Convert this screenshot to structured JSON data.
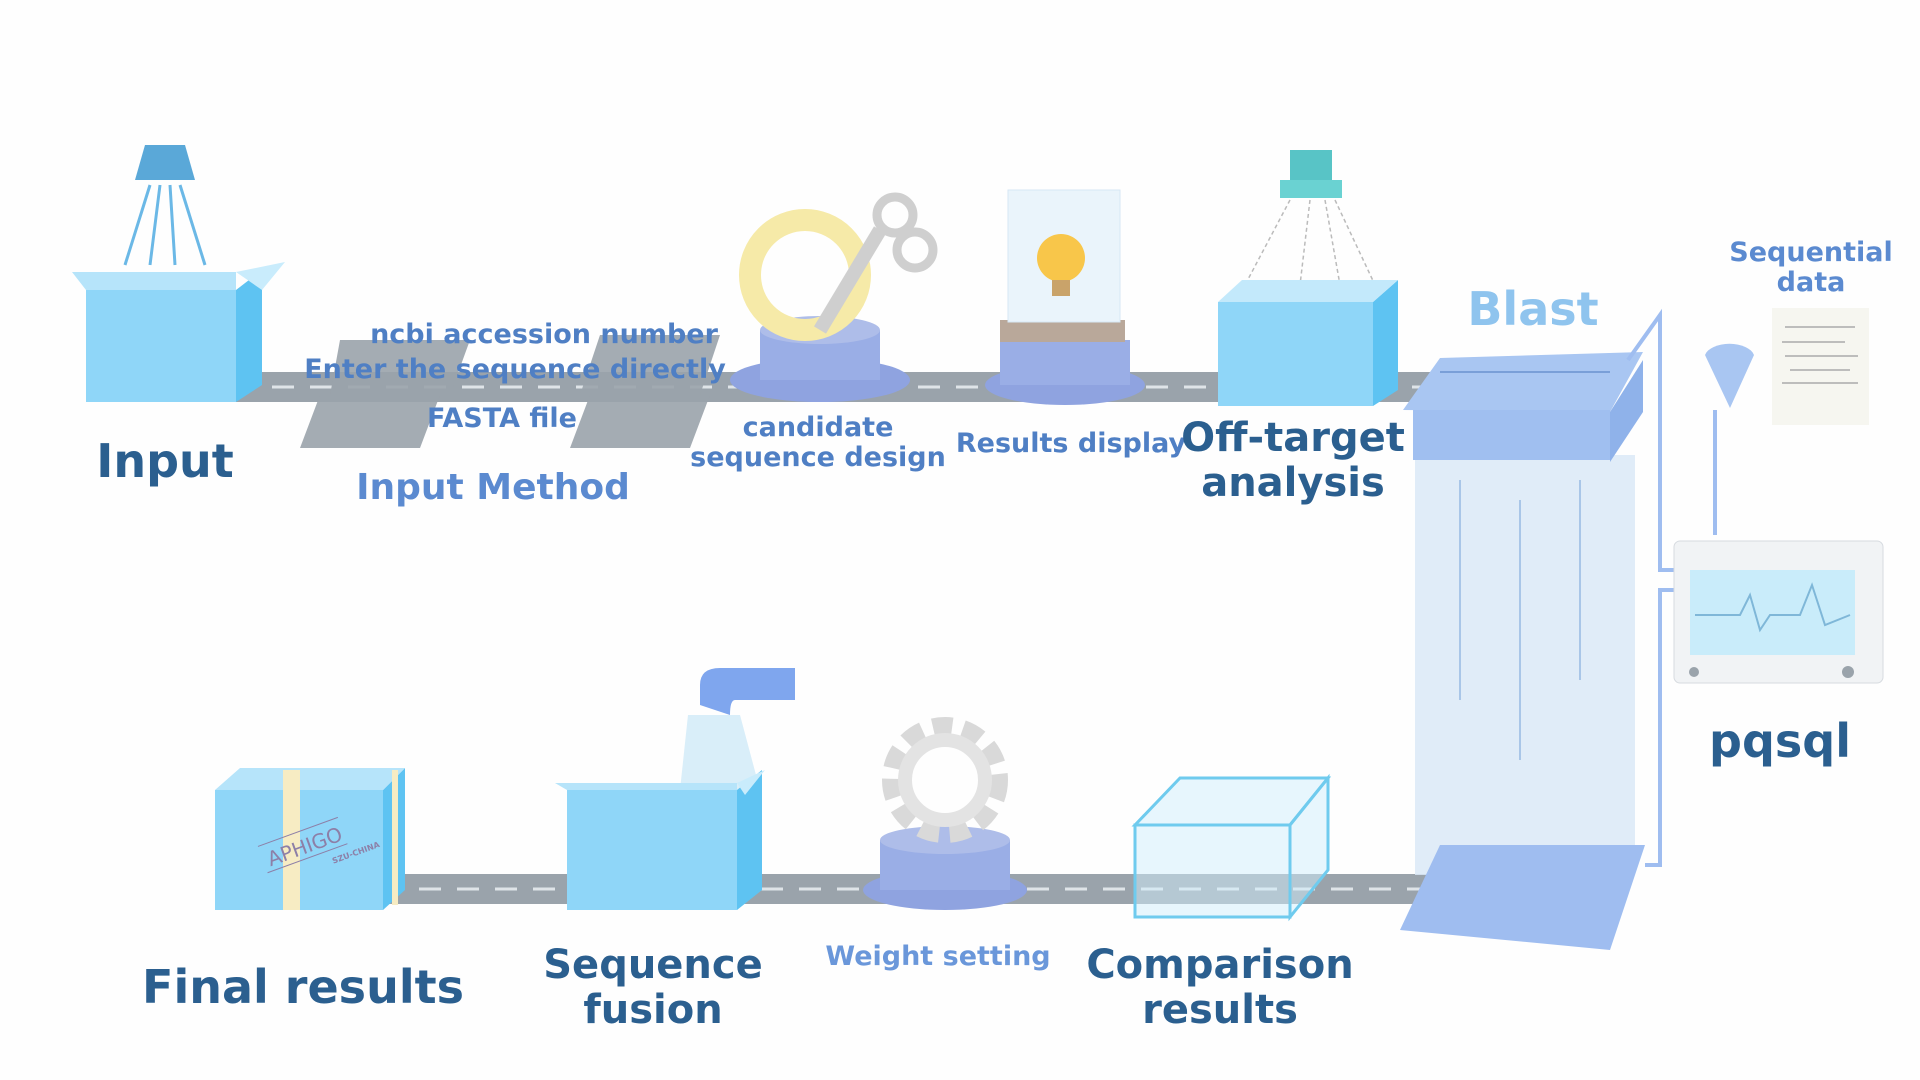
{
  "stages": {
    "input": "Input",
    "input_method": {
      "title": "Input Method",
      "options": [
        "ncbi accession number",
        "Enter the sequence directly",
        "FASTA file"
      ]
    },
    "candidate": "candidate\nsequence design",
    "results_display": "Results display",
    "off_target": "Off-target\nanalysis",
    "blast": "Blast",
    "sequential_data": "Sequential\ndata",
    "pqsql": "pqsql",
    "comparison": "Comparison\nresults",
    "weight_setting": "Weight setting",
    "sequence_fusion": "Sequence\nfusion",
    "final_results": "Final results"
  },
  "stamp": {
    "brand": "APHIGO",
    "sub": "SZU-CHINA"
  },
  "colors": {
    "box": "#8fd6f8",
    "dark_label": "#2b5f8f",
    "mid_label": "#4f7fc4",
    "blast": "#8fc4ee",
    "conveyor": "#9aa3ab"
  }
}
